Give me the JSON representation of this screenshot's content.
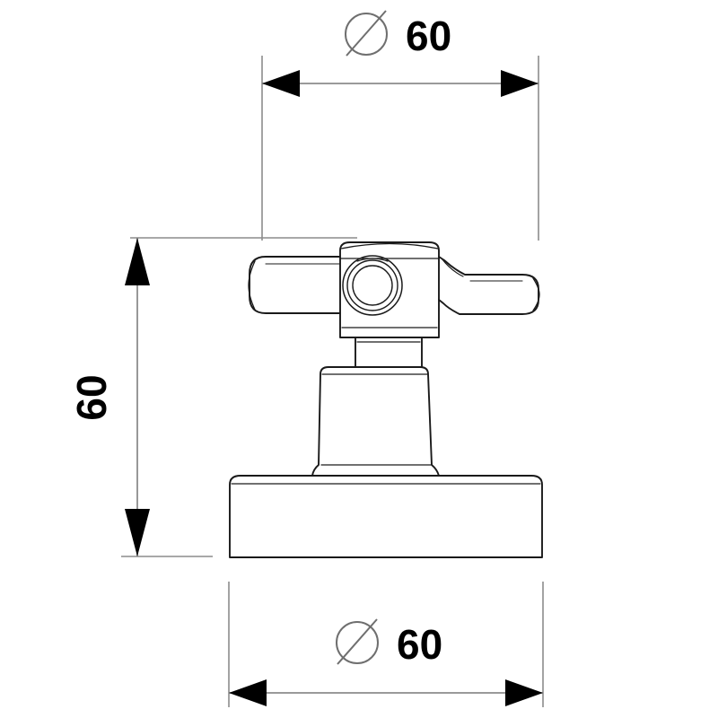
{
  "drawing": {
    "type": "technical-line-drawing",
    "subject": "cross-handle-tap-valve-wall-mounted",
    "view": "front-elevation",
    "units": "mm",
    "background_color": "#ffffff",
    "line_color": "#1a1a1a",
    "dimension_line_color": "#8c8c8c",
    "arrow_color": "#000000",
    "text_color": "#000000"
  },
  "dimensions": {
    "top": {
      "symbol": "⌀",
      "value": "60",
      "label": "⌀ 60",
      "orientation": "horizontal",
      "position": "top",
      "measures": "handle-span-diameter"
    },
    "left": {
      "symbol": "",
      "value": "60",
      "label": "60",
      "orientation": "vertical",
      "position": "left",
      "rotation_deg": -90,
      "measures": "overall-height"
    },
    "bottom": {
      "symbol": "⌀",
      "value": "60",
      "label": "⌀ 60",
      "orientation": "horizontal",
      "position": "bottom",
      "measures": "base-flange-diameter"
    }
  },
  "components": [
    {
      "name": "handle-arm-left",
      "shape": "rounded-bar"
    },
    {
      "name": "handle-arm-right",
      "shape": "rounded-bar"
    },
    {
      "name": "center-hub",
      "shape": "rounded-block"
    },
    {
      "name": "hub-boss-circles",
      "shape": "concentric-circles"
    },
    {
      "name": "stem-neck",
      "shape": "cylinder"
    },
    {
      "name": "tapered-body",
      "shape": "truncated-cone"
    },
    {
      "name": "base-flange",
      "shape": "cylinder"
    }
  ]
}
